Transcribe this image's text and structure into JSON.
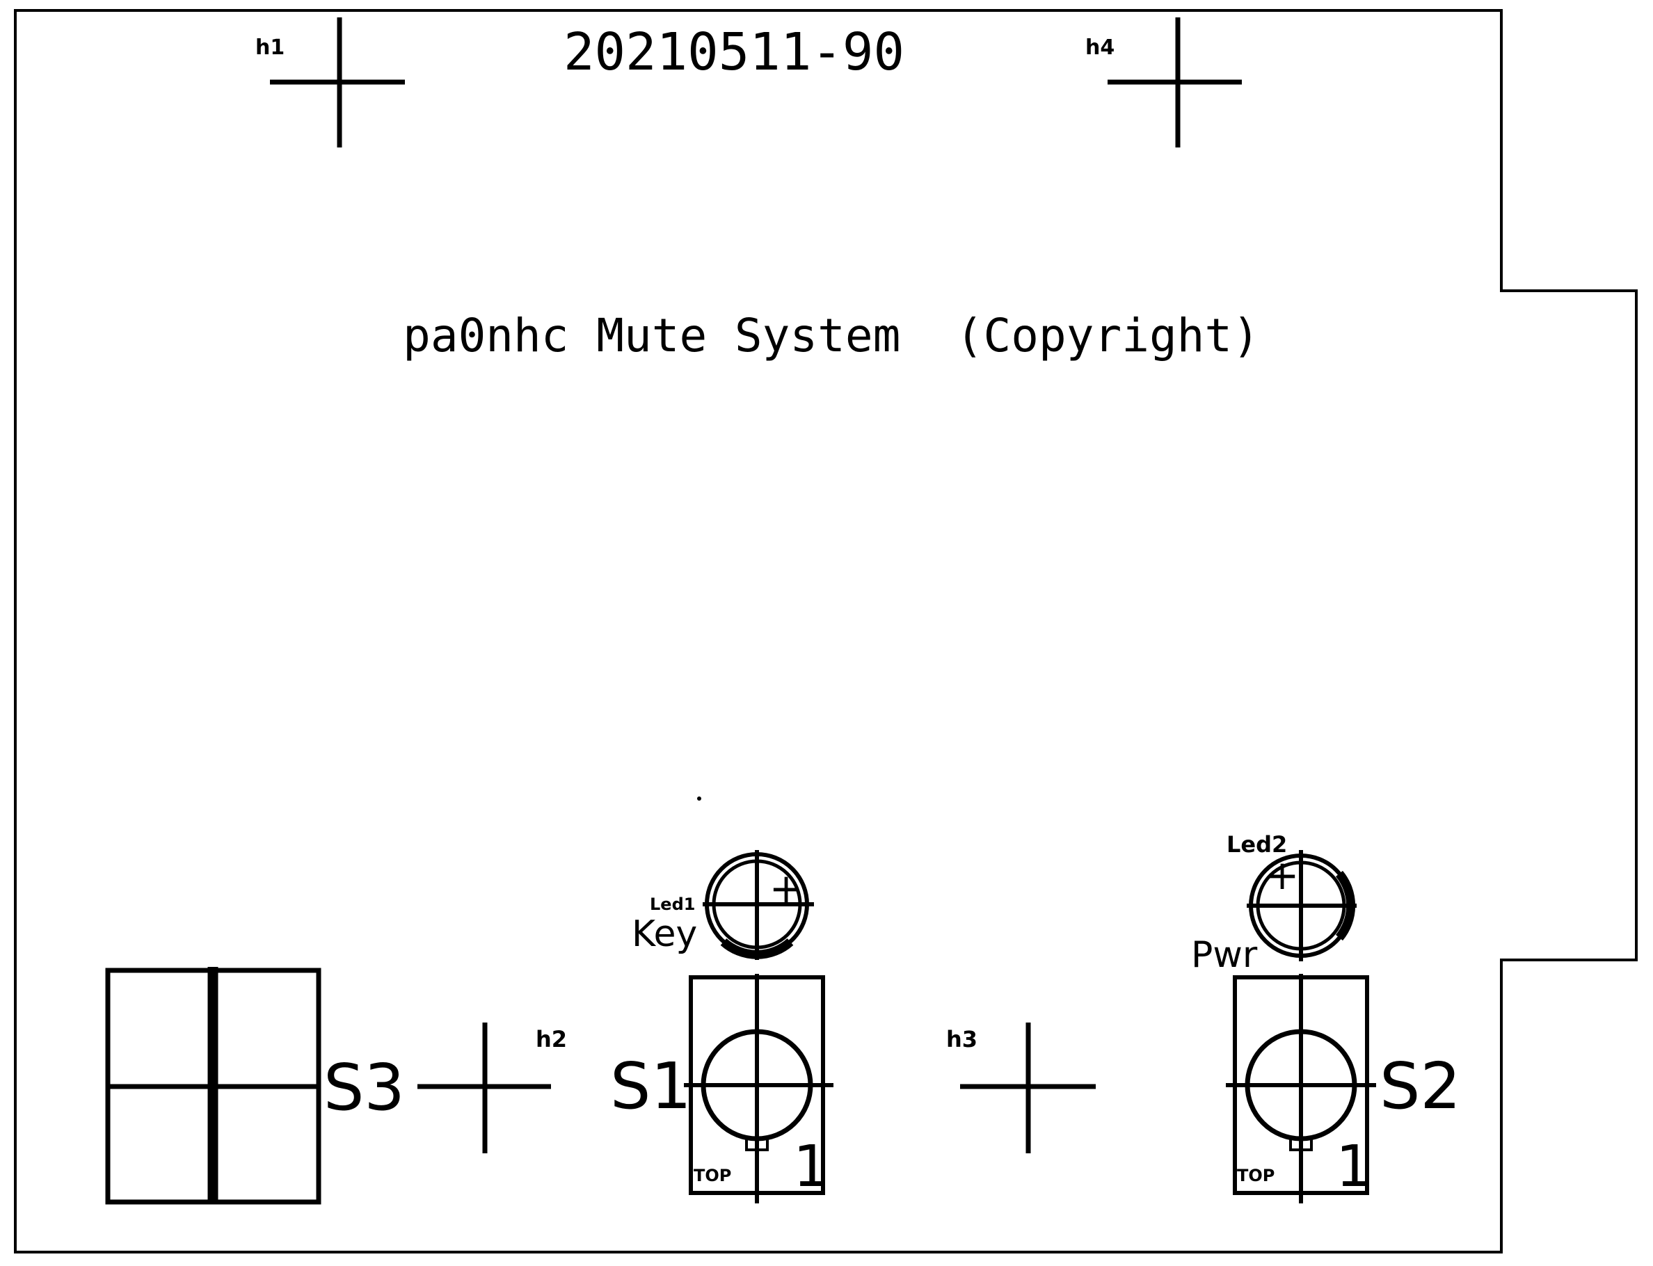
{
  "board": {
    "serial": "20210511-90",
    "title": "pa0nhc Mute System  (Copyright)"
  },
  "holes": {
    "h1": "h1",
    "h2": "h2",
    "h3": "h3",
    "h4": "h4"
  },
  "leds": {
    "led1": {
      "ref": "Led1",
      "label": "Key",
      "polarity": "+"
    },
    "led2": {
      "ref": "Led2",
      "label": "Pwr",
      "polarity": "+"
    }
  },
  "switches": {
    "s1": {
      "ref": "S1",
      "side": "TOP",
      "pin": "1"
    },
    "s2": {
      "ref": "S2",
      "side": "TOP",
      "pin": "1"
    },
    "s3": {
      "ref": "S3"
    }
  },
  "colors": {
    "ink": "#000000",
    "paper": "#ffffff"
  }
}
